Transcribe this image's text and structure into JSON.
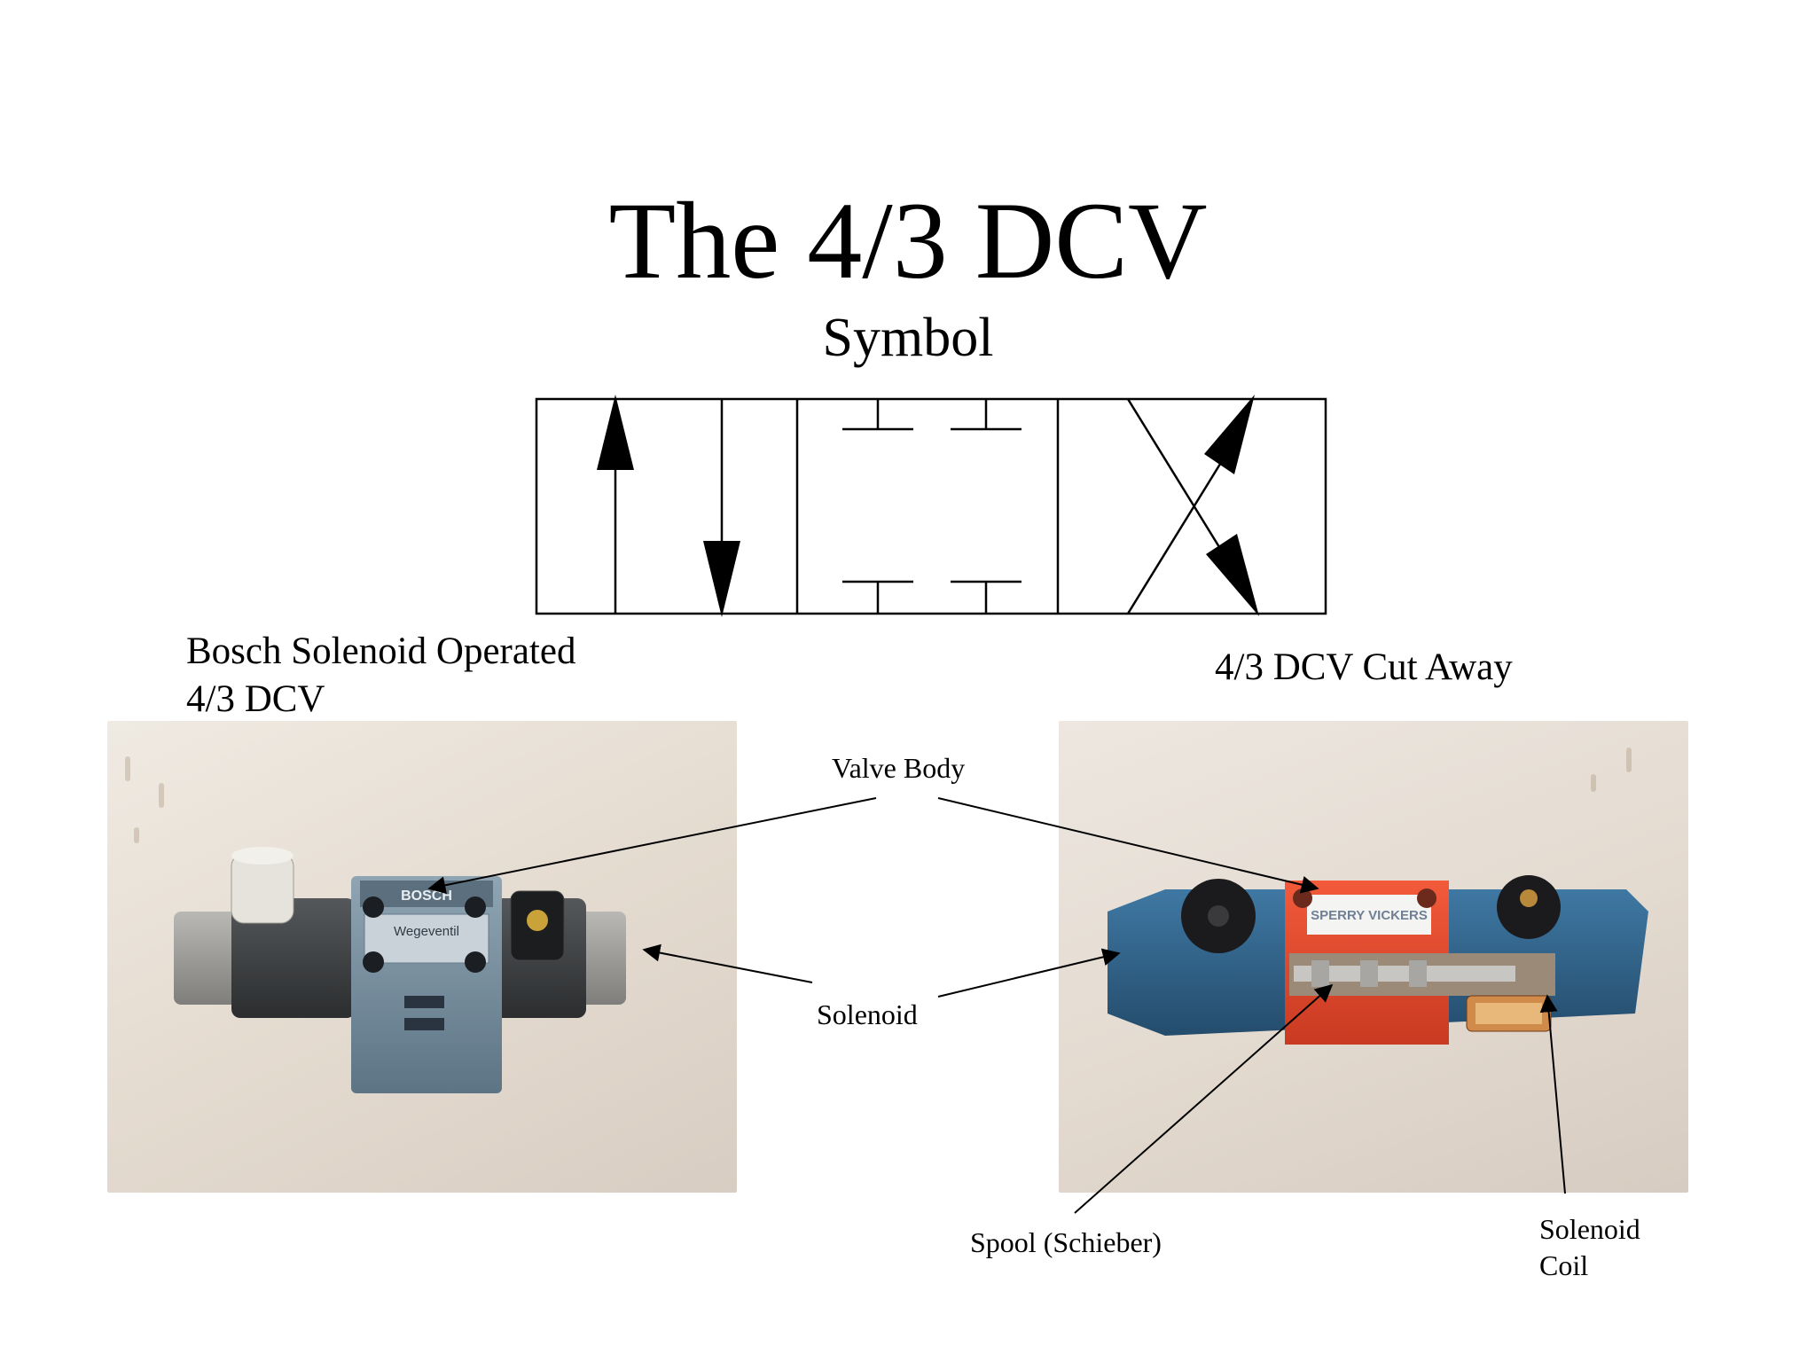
{
  "slide": {
    "title": "The 4/3 DCV",
    "subtitle": "Symbol"
  },
  "captions": {
    "left_line1": "Bosch Solenoid Operated",
    "left_line2": "4/3 DCV",
    "right": "4/3 DCV Cut Away"
  },
  "labels": {
    "valve_body": "Valve Body",
    "solenoid": "Solenoid",
    "spool": "Spool (Schieber)",
    "solenoid_coil_line1": "Solenoid",
    "solenoid_coil_line2": "Coil"
  },
  "photo_left": {
    "brand": "BOSCH",
    "nameplate": "Wegeventil"
  },
  "photo_right": {
    "brand": "SPERRY VICKERS"
  },
  "colors": {
    "text": "#000000",
    "background": "#ffffff",
    "valve_gray": "#9a9996",
    "valve_blue": "#2e5f86",
    "body_red": "#e8472b"
  }
}
